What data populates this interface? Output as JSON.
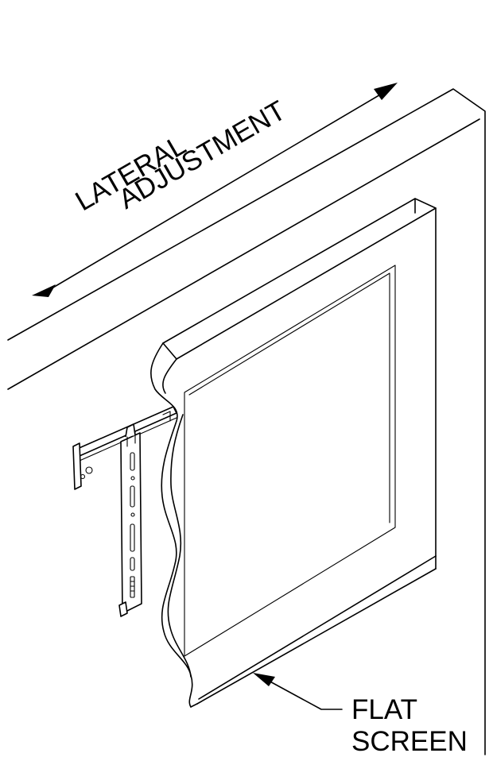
{
  "labels": {
    "lateral_line1": "LATERAL",
    "lateral_line2": "ADJUSTMENT",
    "flat_line1": "FLAT",
    "flat_line2": "SCREEN"
  }
}
